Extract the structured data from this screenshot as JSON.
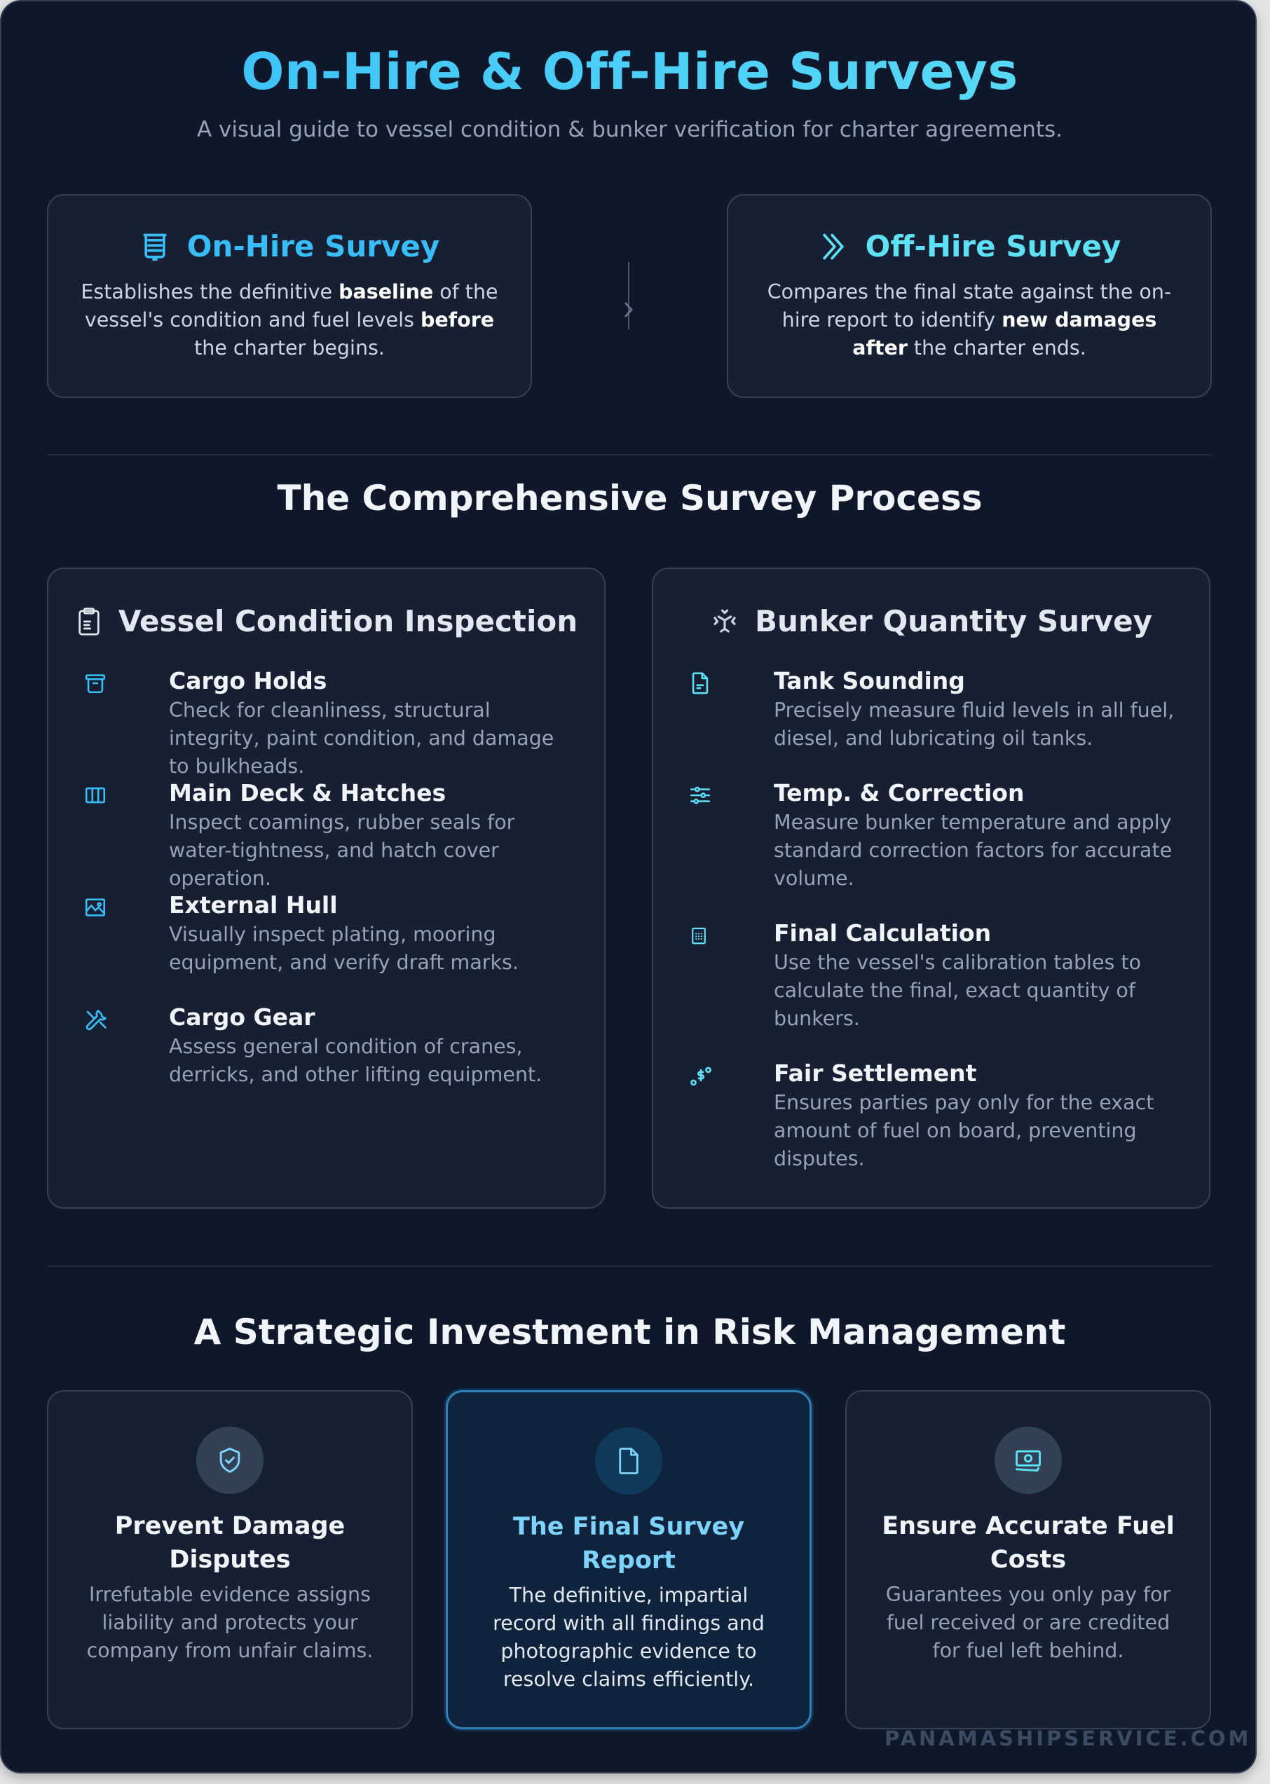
{
  "header": {
    "title": "On-Hire & Off-Hire Surveys",
    "subtitle": "A visual guide to vessel condition & bunker verification for charter agreements."
  },
  "hire_cards": [
    {
      "icon": "list-document-icon",
      "title": "On-Hire Survey",
      "title_color": "#38bdf8",
      "desc_parts": [
        "Establishes the definitive ",
        "baseline",
        " of the vessel's condition and fuel levels ",
        "before",
        " the charter begins."
      ]
    },
    {
      "icon": "double-chevron-right-icon",
      "title": "Off-Hire Survey",
      "title_color": "#5ee0f5",
      "desc_parts": [
        "Compares the final state against the on-hire report to identify ",
        "new damages",
        " ",
        "after",
        " the charter ends."
      ]
    }
  ],
  "connector": {
    "icon": "chevron-right-icon"
  },
  "process": {
    "section_title": "The Comprehensive Survey Process",
    "columns": [
      {
        "icon": "clipboard-icon",
        "title": "Vessel Condition Inspection",
        "items": [
          {
            "icon": "archive-box-icon",
            "name": "Cargo Holds",
            "desc": "Check for cleanliness, structural integrity, paint condition, and damage to bulkheads."
          },
          {
            "icon": "columns-icon",
            "name": "Main Deck & Hatches",
            "desc": "Inspect coamings, rubber seals for water-tightness, and hatch cover operation."
          },
          {
            "icon": "image-icon",
            "name": "External Hull",
            "desc": "Visually inspect plating, mooring equipment, and verify draft marks."
          },
          {
            "icon": "tools-icon",
            "name": "Cargo Gear",
            "desc": "Assess general condition of cranes, derricks, and other lifting equipment."
          }
        ]
      },
      {
        "icon": "fuel-icon",
        "title": "Bunker Quantity Survey",
        "items": [
          {
            "icon": "file-text-icon",
            "name": "Tank Sounding",
            "desc": "Precisely measure fluid levels in all fuel, diesel, and lubricating oil tanks."
          },
          {
            "icon": "sliders-icon",
            "name": "Temp. & Correction",
            "desc": "Measure bunker temperature and apply standard correction factors for accurate volume."
          },
          {
            "icon": "calculator-icon",
            "name": "Final Calculation",
            "desc": "Use the vessel's calibration tables to calculate the final, exact quantity of bunkers."
          },
          {
            "icon": "dollar-route-icon",
            "name": "Fair Settlement",
            "desc": "Ensures parties pay only for the exact amount of fuel on board, preventing disputes."
          }
        ]
      }
    ]
  },
  "benefits": {
    "section_title": "A Strategic Investment in Risk Management",
    "cards": [
      {
        "icon": "shield-check-icon",
        "title": "Prevent Damage Disputes",
        "desc": "Irrefutable evidence assigns liability and protects your company from unfair claims.",
        "highlighted": false
      },
      {
        "icon": "document-icon",
        "title": "The Final Survey Report",
        "desc": "The definitive, impartial record with all findings and photographic evidence to resolve claims efficiently.",
        "highlighted": true
      },
      {
        "icon": "banknote-icon",
        "title": "Ensure Accurate Fuel Costs",
        "desc": "Guarantees you only pay for fuel received or are credited for fuel left behind.",
        "highlighted": false
      }
    ]
  },
  "footer": {
    "watermark": "PANAMASHIPSERVICE.COM"
  },
  "colors": {
    "background": "#0f172a",
    "card": "#172033",
    "border": "#334155",
    "accent_blue": "#38bdf8",
    "accent_cyan": "#5ee0f5",
    "highlight_border": "#2f82b8"
  }
}
